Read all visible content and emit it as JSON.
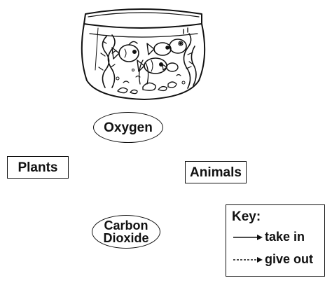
{
  "nodes": {
    "oxygen": "Oxygen",
    "plants": "Plants",
    "animals": "Animals",
    "carbon_dioxide_line1": "Carbon",
    "carbon_dioxide_line2": "Dioxide"
  },
  "key": {
    "title": "Key:",
    "take_in": "take in",
    "give_out": "give out"
  },
  "illustration": {
    "icon": "fish-bowl-icon"
  }
}
